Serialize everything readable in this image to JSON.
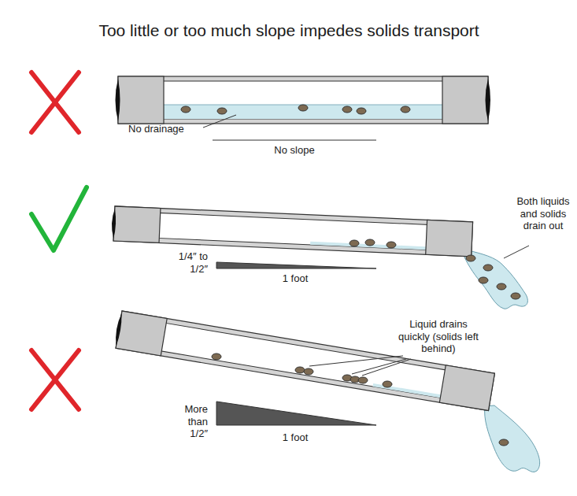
{
  "diagram": {
    "title": "Too little or too much slope impedes solids transport",
    "labels": [
      "No drainage",
      "No slope",
      "1/4″ to 1/2″",
      "1 foot",
      "Both liquids and solids drain out",
      "Liquid drains quickly (solids left behind)",
      "More than 1/2″",
      "1 foot"
    ]
  }
}
